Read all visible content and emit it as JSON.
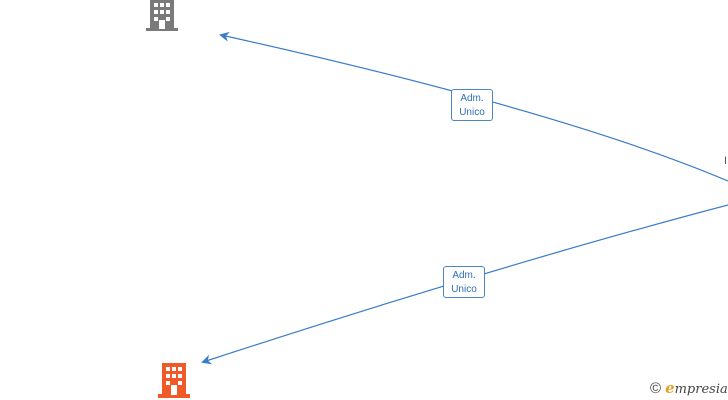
{
  "diagram": {
    "nodes": [
      {
        "id": "company-top",
        "kind": "building-icon",
        "color": "#7a7a7a"
      },
      {
        "id": "company-bottom",
        "kind": "building-icon",
        "color": "#f05a28"
      },
      {
        "id": "person-right",
        "kind": "cut-off-node",
        "label": "I"
      }
    ],
    "edges": [
      {
        "from": "person-right",
        "to": "company-top",
        "label_line1": "Adm.",
        "label_line2": "Unico"
      },
      {
        "from": "person-right",
        "to": "company-bottom",
        "label_line1": "Adm.",
        "label_line2": "Unico"
      }
    ],
    "edge_color": "#3a7cc8"
  },
  "watermark": {
    "copyright_symbol": "©",
    "brand_initial": "e",
    "brand_rest": "mpresia"
  }
}
